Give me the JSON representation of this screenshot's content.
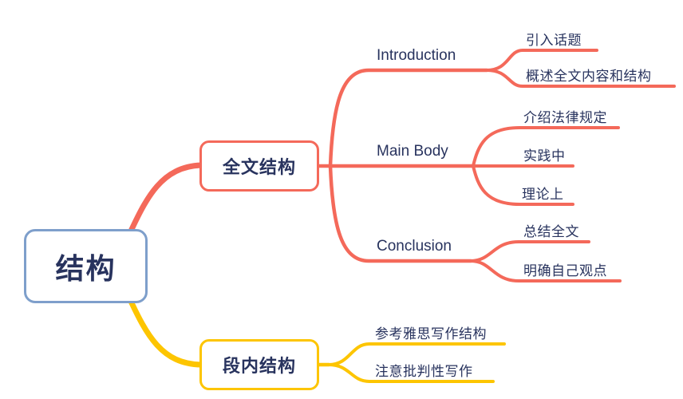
{
  "colors": {
    "red": "#f4695a",
    "yellow": "#fdc500",
    "blue": "#7e9fcb",
    "text": "#28335e",
    "canvas-bg": "#ffffff"
  },
  "mindmap": {
    "root": {
      "label": "结构"
    },
    "branches": [
      {
        "label": "全文结构",
        "children": [
          {
            "label": "Introduction",
            "children": [
              {
                "label": "引入话题"
              },
              {
                "label": "概述全文内容和结构"
              }
            ]
          },
          {
            "label": "Main Body",
            "children": [
              {
                "label": "介绍法律规定"
              },
              {
                "label": "实践中"
              },
              {
                "label": "理论上"
              }
            ]
          },
          {
            "label": "Conclusion",
            "children": [
              {
                "label": "总结全文"
              },
              {
                "label": "明确自己观点"
              }
            ]
          }
        ]
      },
      {
        "label": "段内结构",
        "children": [
          {
            "label": "参考雅思写作结构"
          },
          {
            "label": "注意批判性写作"
          }
        ]
      }
    ]
  }
}
